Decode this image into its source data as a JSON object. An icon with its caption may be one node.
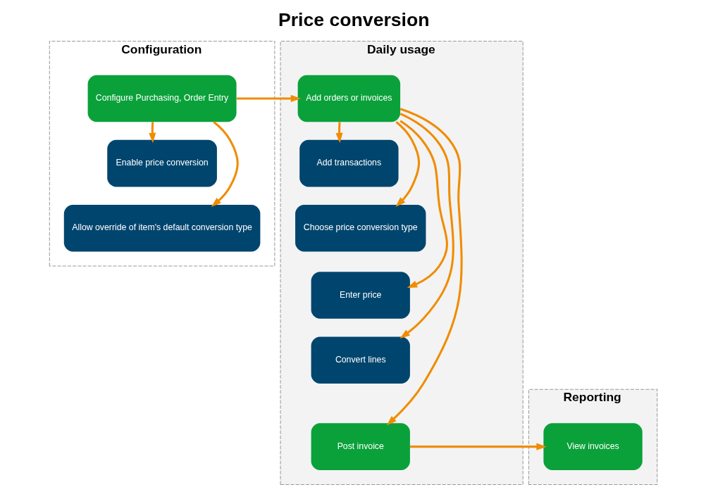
{
  "diagram": {
    "title": "Price conversion",
    "nodes": [
      {
        "text": [
          "Configuration"
        ]
      },
      {
        "text": [
          "Daily usage"
        ]
      },
      {
        "text": [
          "Reporting"
        ]
      },
      {
        "text": [
          "Configure Purchasing, Order Entry"
        ],
        "in": 0
      },
      {
        "text": [
          "Enable price conversion"
        ],
        "in": 0
      },
      {
        "text": [
          "Allow override of item's default conversion type"
        ],
        "in": 0
      },
      {
        "text": [
          "Add orders or invoices"
        ],
        "in": 1
      },
      {
        "text": [
          "Add transactions"
        ],
        "in": 1
      },
      {
        "text": [
          "Choose price conversion type"
        ],
        "in": 1
      },
      {
        "text": [
          "Enter price"
        ],
        "in": 1
      },
      {
        "text": [
          "Convert lines"
        ],
        "in": 1
      },
      {
        "text": [
          "Post invoice"
        ],
        "in": 1
      },
      {
        "text": [
          "View invoices"
        ],
        "in": 2
      }
    ],
    "edges": [
      {
        "from": 3,
        "to": 6,
        "arrow": "to"
      },
      {
        "from": 3,
        "to": 4,
        "arrow": "to"
      },
      {
        "from": 3,
        "to": 5,
        "arrow": "to"
      },
      {
        "from": 6,
        "to": 7,
        "arrow": "to"
      },
      {
        "from": 6,
        "to": 8,
        "arrow": "to"
      },
      {
        "from": 6,
        "to": 9,
        "arrow": "to"
      },
      {
        "from": 6,
        "to": 10,
        "arrow": "to"
      },
      {
        "from": 6,
        "to": 11,
        "arrow": "to"
      },
      {
        "from": 11,
        "to": 12,
        "arrow": "to"
      }
    ]
  }
}
